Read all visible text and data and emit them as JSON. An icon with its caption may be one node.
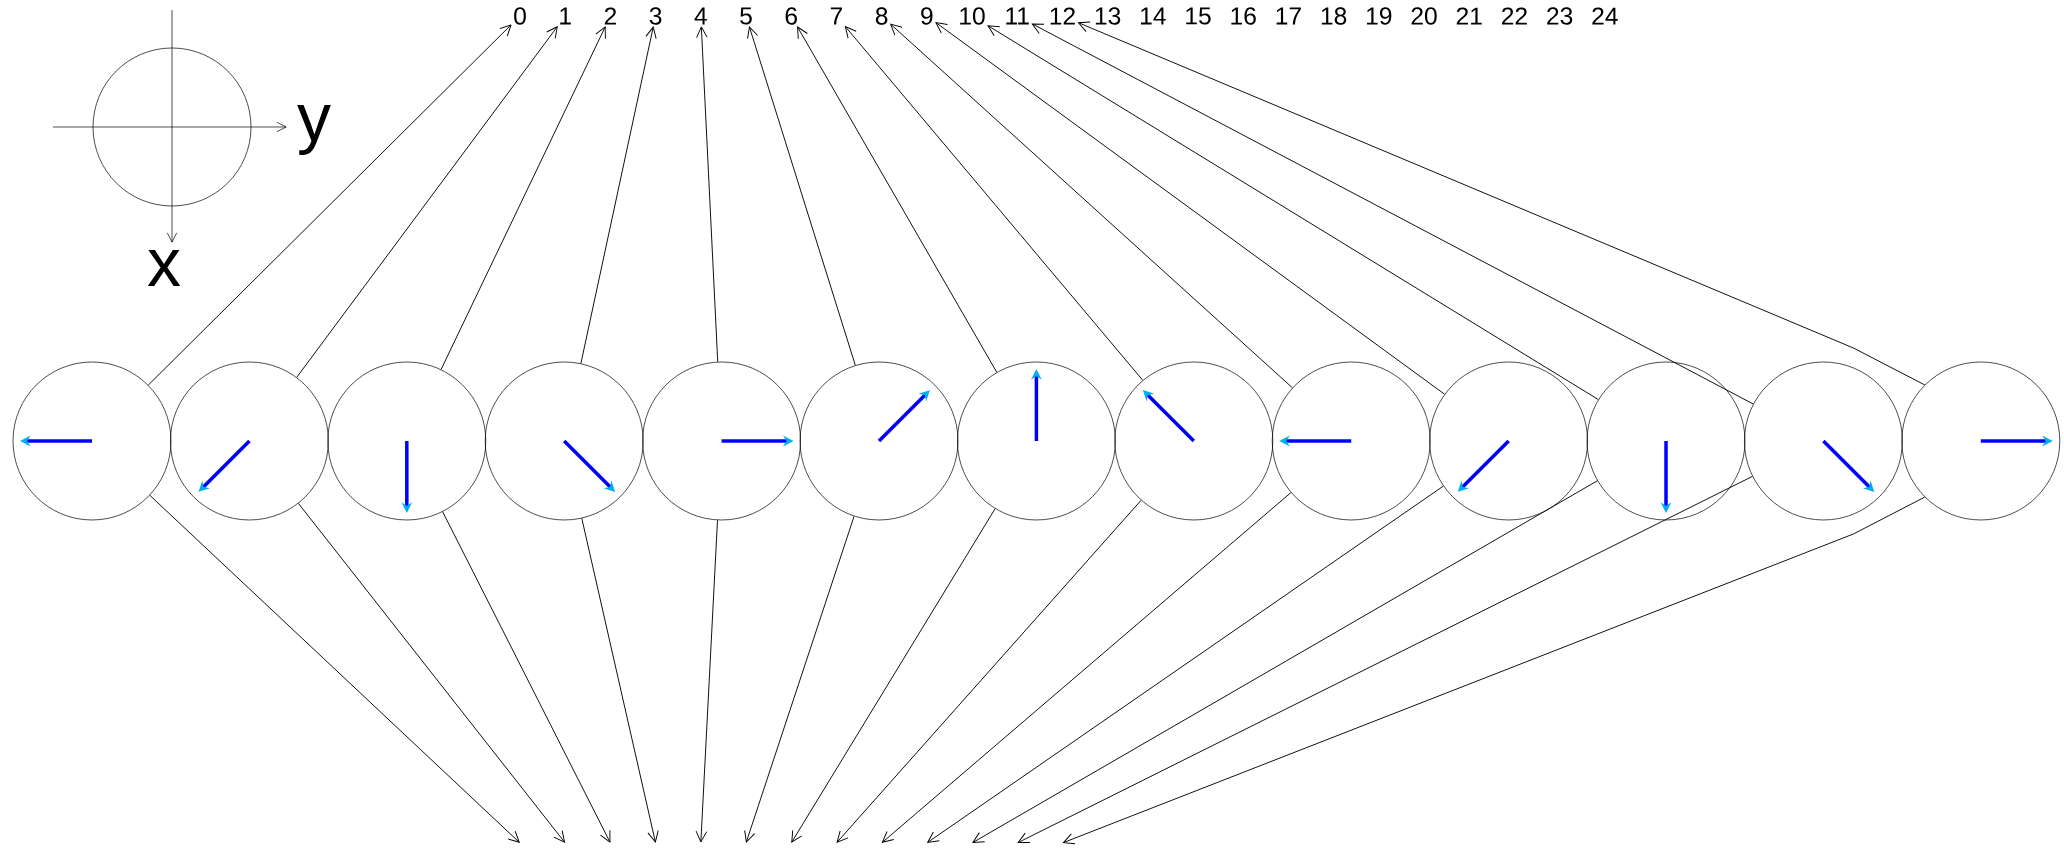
{
  "diagram": {
    "nodes": [
      {
        "text": [],
        "shape": "circle"
      },
      {
        "text": [],
        "shape": "circle"
      },
      {
        "text": [],
        "shape": "circle"
      },
      {
        "text": [],
        "shape": "circle"
      },
      {
        "text": [],
        "shape": "circle"
      },
      {
        "text": [],
        "shape": "circle"
      },
      {
        "text": [],
        "shape": "circle"
      },
      {
        "text": [],
        "shape": "circle"
      },
      {
        "text": [],
        "shape": "circle"
      },
      {
        "text": [],
        "shape": "circle"
      },
      {
        "text": [],
        "shape": "circle"
      },
      {
        "text": [],
        "shape": "circle"
      },
      {
        "text": [],
        "shape": "circle"
      },
      {
        "text": [
          "0"
        ]
      },
      {
        "text": [
          "1"
        ]
      },
      {
        "text": [
          "2"
        ]
      },
      {
        "text": [
          "3"
        ]
      },
      {
        "text": [
          "4"
        ]
      },
      {
        "text": [
          "5"
        ]
      },
      {
        "text": [
          "6"
        ]
      },
      {
        "text": [
          "7"
        ]
      },
      {
        "text": [
          "8"
        ]
      },
      {
        "text": [
          "9"
        ]
      },
      {
        "text": [
          "10"
        ]
      },
      {
        "text": [
          "11"
        ]
      },
      {
        "text": [
          "12"
        ]
      }
    ],
    "edges": [
      {
        "from": 0,
        "to": 13,
        "arrow": "to"
      },
      {
        "from": 0,
        "to": null,
        "arrow": "to"
      },
      {
        "from": 1,
        "to": 14,
        "arrow": "to"
      },
      {
        "from": 1,
        "to": null,
        "arrow": "to"
      },
      {
        "from": 2,
        "to": 15,
        "arrow": "to"
      },
      {
        "from": 2,
        "to": null,
        "arrow": "to"
      },
      {
        "from": 3,
        "to": 16,
        "arrow": "to"
      },
      {
        "from": 3,
        "to": null,
        "arrow": "to"
      },
      {
        "from": 4,
        "to": 17,
        "arrow": "to"
      },
      {
        "from": 4,
        "to": null,
        "arrow": "to"
      },
      {
        "from": 5,
        "to": 18,
        "arrow": "to"
      },
      {
        "from": 5,
        "to": null,
        "arrow": "to"
      },
      {
        "from": 6,
        "to": 19,
        "arrow": "to"
      },
      {
        "from": 6,
        "to": null,
        "arrow": "to"
      },
      {
        "from": 7,
        "to": 20,
        "arrow": "to"
      },
      {
        "from": 7,
        "to": null,
        "arrow": "to"
      },
      {
        "from": 8,
        "to": 21,
        "arrow": "to"
      },
      {
        "from": 8,
        "to": null,
        "arrow": "to"
      },
      {
        "from": 9,
        "to": 22,
        "arrow": "to"
      },
      {
        "from": 9,
        "to": null,
        "arrow": "to"
      },
      {
        "from": 10,
        "to": 23,
        "arrow": "to"
      },
      {
        "from": 10,
        "to": null,
        "arrow": "to"
      },
      {
        "from": 11,
        "to": 24,
        "arrow": "to"
      },
      {
        "from": 11,
        "to": null,
        "arrow": "to"
      },
      {
        "from": 12,
        "to": 25,
        "arrow": "to"
      },
      {
        "from": 12,
        "to": null,
        "arrow": "to"
      }
    ],
    "labels": [
      "13",
      "14",
      "15",
      "16",
      "17",
      "18",
      "19",
      "20",
      "21",
      "22",
      "23",
      "24",
      "y",
      "x"
    ]
  }
}
